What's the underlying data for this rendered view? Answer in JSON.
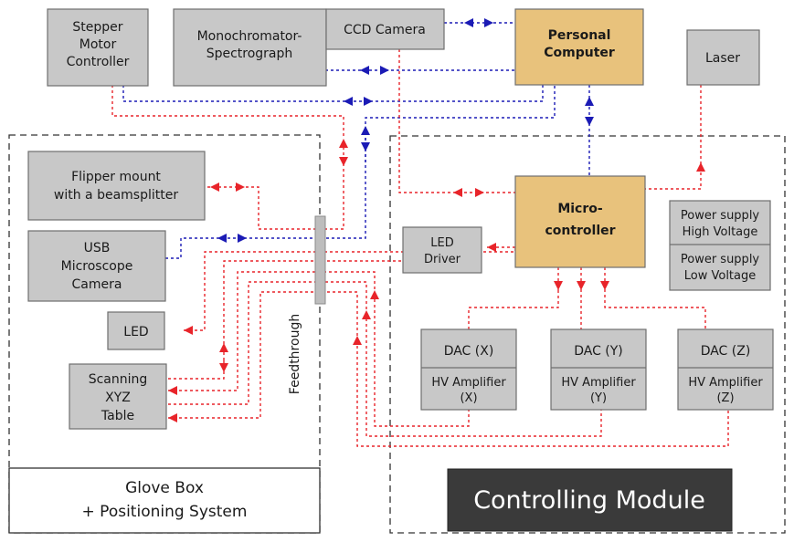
{
  "nodes": {
    "stepper": [
      "Stepper",
      "Motor",
      "Controller"
    ],
    "mono": [
      "Monochromator-",
      "Spectrograph"
    ],
    "ccd": [
      "CCD Camera"
    ],
    "pc": [
      "Personal",
      "Computer"
    ],
    "laser": [
      "Laser"
    ],
    "flipper": [
      "Flipper mount",
      "with a beamsplitter"
    ],
    "usbcam": [
      "USB",
      "Microscope",
      "Camera"
    ],
    "led": [
      "LED"
    ],
    "xyz": [
      "Scanning",
      "XYZ",
      "Table"
    ],
    "leddriver": [
      "LED",
      "Driver"
    ],
    "micro": [
      "Micro-",
      "controller"
    ],
    "ps_high": [
      "Power supply",
      "High Voltage"
    ],
    "ps_low": [
      "Power supply",
      "Low Voltage"
    ],
    "dac_x": [
      "DAC (X)"
    ],
    "hv_x": [
      "HV Amplifier",
      "(X)"
    ],
    "dac_y": [
      "DAC (Y)"
    ],
    "hv_y": [
      "HV Amplifier",
      "(Y)"
    ],
    "dac_z": [
      "DAC (Z)"
    ],
    "hv_z": [
      "HV Amplifier",
      "(Z)"
    ]
  },
  "feedthrough": "Feedthrough",
  "glove_box": [
    "Glove Box",
    "+ Positioning System"
  ],
  "controlling_module": "Controlling Module",
  "colors": {
    "signal_red": "#e8242a",
    "data_blue": "#1b1bb5",
    "box_gray": "#c8c8c8",
    "accent_orange": "#e8c27c",
    "dark_panel": "#3a3a3a"
  }
}
